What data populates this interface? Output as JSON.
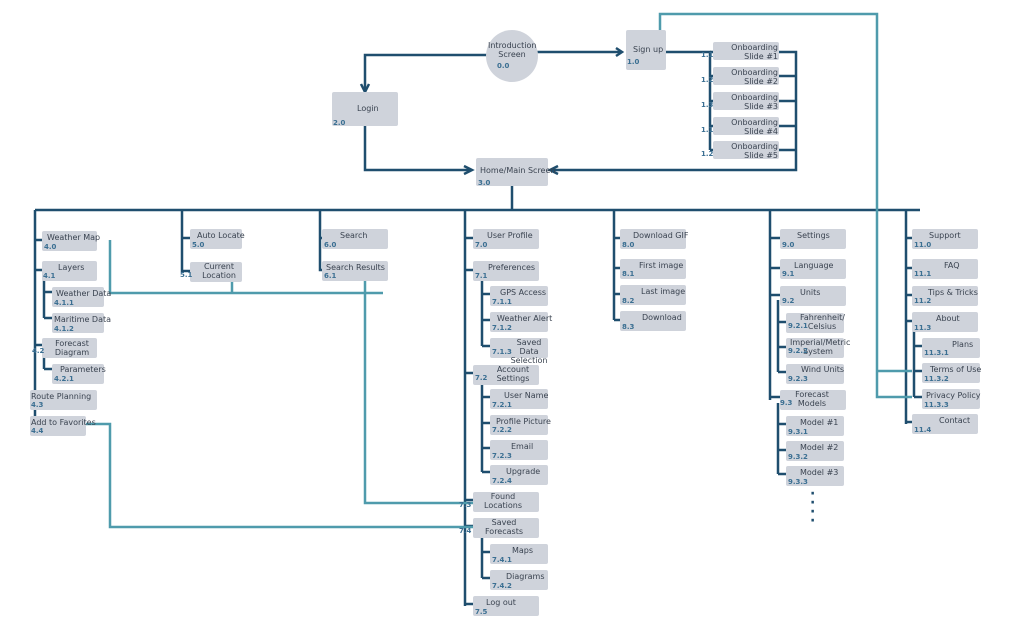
{
  "colors": {
    "node_fill": "#cfd3db",
    "dark_line": "#1f4e6e",
    "teal_line": "#4f9bac",
    "label": "#3a4350",
    "number": "#3b6f92"
  },
  "top": {
    "intro": {
      "label": "Introduction Screen",
      "num": "0.0"
    },
    "signup": {
      "label": "Sign up",
      "num": "1.0"
    },
    "login": {
      "label": "Login",
      "num": "2.0"
    },
    "home": {
      "label": "Home/Main Screen",
      "num": "3.0"
    },
    "onboarding": [
      {
        "label": "Onboarding Slide #1",
        "num": "1.1"
      },
      {
        "label": "Onboarding Slide #2",
        "num": "1.2"
      },
      {
        "label": "Onboarding Slide #3",
        "num": "1.3"
      },
      {
        "label": "Onboarding Slide #4",
        "num": "1.1"
      },
      {
        "label": "Onboarding Slide #5",
        "num": "1.2"
      }
    ]
  },
  "weather_map": {
    "main": {
      "label": "Weather Map",
      "num": "4.0"
    },
    "layers": {
      "label": "Layers",
      "num": "4.1"
    },
    "weather_data": {
      "label": "Weather Data",
      "num": "4.1.1"
    },
    "maritime_data": {
      "label": "Maritime Data",
      "num": "4.1.2"
    },
    "forecast_diagram": {
      "label": "Forecast Diagram",
      "num": "4.2"
    },
    "parameters": {
      "label": "Parameters",
      "num": "4.2.1"
    },
    "route_planning": {
      "label": "Route Planning",
      "num": "4.3"
    },
    "add_favorites": {
      "label": "Add to Favorites",
      "num": "4.4"
    }
  },
  "auto_locate": {
    "main": {
      "label": "Auto Locate",
      "num": "5.0"
    },
    "current": {
      "label": "Current Location",
      "num": "5.1"
    }
  },
  "search": {
    "main": {
      "label": "Search",
      "num": "6.0"
    },
    "results": {
      "label": "Search Results",
      "num": "6.1"
    }
  },
  "user_profile": {
    "main": {
      "label": "User Profile",
      "num": "7.0"
    },
    "preferences": {
      "label": "Preferences",
      "num": "7.1"
    },
    "gps": {
      "label": "GPS Access",
      "num": "7.1.1"
    },
    "weather_alert": {
      "label": "Weather Alert",
      "num": "7.1.2"
    },
    "saved_data": {
      "label": "Saved Data Selection",
      "num": "7.1.3"
    },
    "account": {
      "label": "Account Settings",
      "num": "7.2"
    },
    "user_name": {
      "label": "User Name",
      "num": "7.2.1"
    },
    "profile_picture": {
      "label": "Profile Picture",
      "num": "7.2.2"
    },
    "email": {
      "label": "Email",
      "num": "7.2.3"
    },
    "upgrade": {
      "label": "Upgrade",
      "num": "7.2.4"
    },
    "found_locations": {
      "label": "Found Locations",
      "num": "7.3"
    },
    "saved_forecasts": {
      "label": "Saved Forecasts",
      "num": "7.4"
    },
    "maps": {
      "label": "Maps",
      "num": "7.4.1"
    },
    "diagrams": {
      "label": "Diagrams",
      "num": "7.4.2"
    },
    "logout": {
      "label": "Log out",
      "num": "7.5"
    }
  },
  "download_gif": {
    "main": {
      "label": "Download GIF",
      "num": "8.0"
    },
    "first": {
      "label": "First image",
      "num": "8.1"
    },
    "last": {
      "label": "Last image",
      "num": "8.2"
    },
    "download": {
      "label": "Download",
      "num": "8.3"
    }
  },
  "settings": {
    "main": {
      "label": "Settings",
      "num": "9.0"
    },
    "language": {
      "label": "Language",
      "num": "9.1"
    },
    "units": {
      "label": "Units",
      "num": "9.2"
    },
    "fahrenheit": {
      "label": "Fahrenheit/ Celsius",
      "num": "9.2.1"
    },
    "imperial": {
      "label": "Imperial/Metric System",
      "num": "9.2.2"
    },
    "wind": {
      "label": "Wind Units",
      "num": "9.2.3"
    },
    "forecast_models": {
      "label": "Forecast Models",
      "num": "9.3"
    },
    "model1": {
      "label": "Model #1",
      "num": "9.3.1"
    },
    "model2": {
      "label": "Model #2",
      "num": "9.3.2"
    },
    "model3": {
      "label": "Model #3",
      "num": "9.3.3"
    }
  },
  "support": {
    "main": {
      "label": "Support",
      "num": "11.0"
    },
    "faq": {
      "label": "FAQ",
      "num": "11.1"
    },
    "tips": {
      "label": "Tips & Tricks",
      "num": "11.2"
    },
    "about": {
      "label": "About",
      "num": "11.3"
    },
    "plans": {
      "label": "Plans",
      "num": "11.3.1"
    },
    "terms": {
      "label": "Terms of Use",
      "num": "11.3.2"
    },
    "privacy": {
      "label": "Privacy Policy",
      "num": "11.3.3"
    },
    "contact": {
      "label": "Contact",
      "num": "11.4"
    }
  }
}
